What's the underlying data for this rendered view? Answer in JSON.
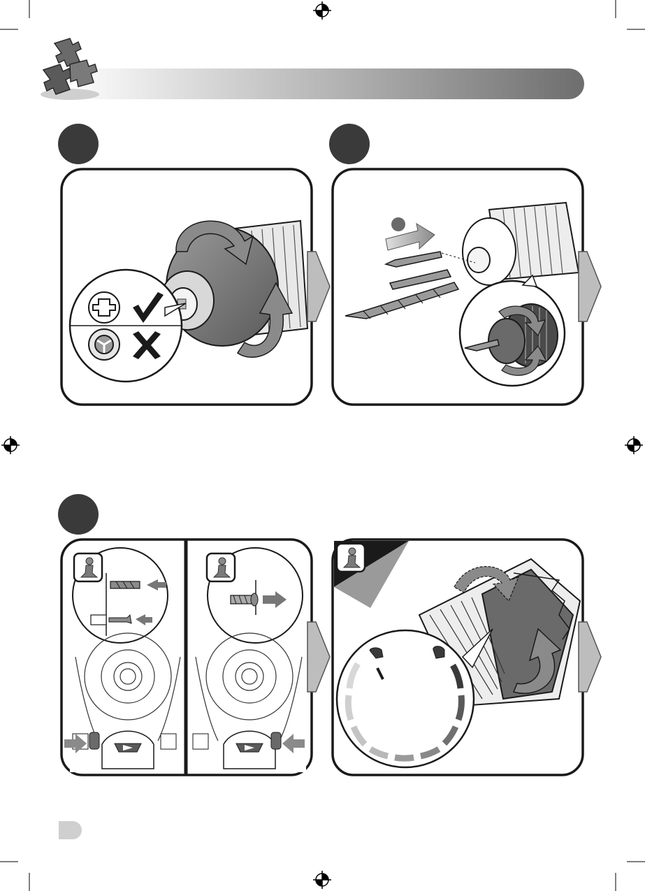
{
  "page": {
    "header_band": {
      "gradient_start": "#ffffff",
      "gradient_end": "#6e6e6e",
      "icon": "puzzle-pieces-icon"
    },
    "step_badge_color": "#3a3a3a",
    "panel_border_color": "#1a1a1a",
    "next_arrow_color": "#bdbdbd",
    "registration_mark_icon": "registration-crosshair-icon"
  },
  "panels": {
    "step_a": {
      "illustration": "drill-chuck-rotation",
      "checks": [
        {
          "icon": "check-mark-icon",
          "meaning": "correct"
        },
        {
          "icon": "cross-mark-icon",
          "meaning": "incorrect"
        }
      ]
    },
    "step_b": {
      "illustration": "bit-insertion-into-chuck",
      "substeps": [
        "",
        ""
      ]
    },
    "step_c": {
      "subpanels": [
        {
          "illustration": "drill-direction-forward",
          "icon": "info-figure-icon"
        },
        {
          "illustration": "drill-direction-reverse",
          "icon": "info-figure-icon"
        },
        {
          "illustration": "torque-setting-ring",
          "icon": "info-figure-icon"
        }
      ]
    }
  }
}
